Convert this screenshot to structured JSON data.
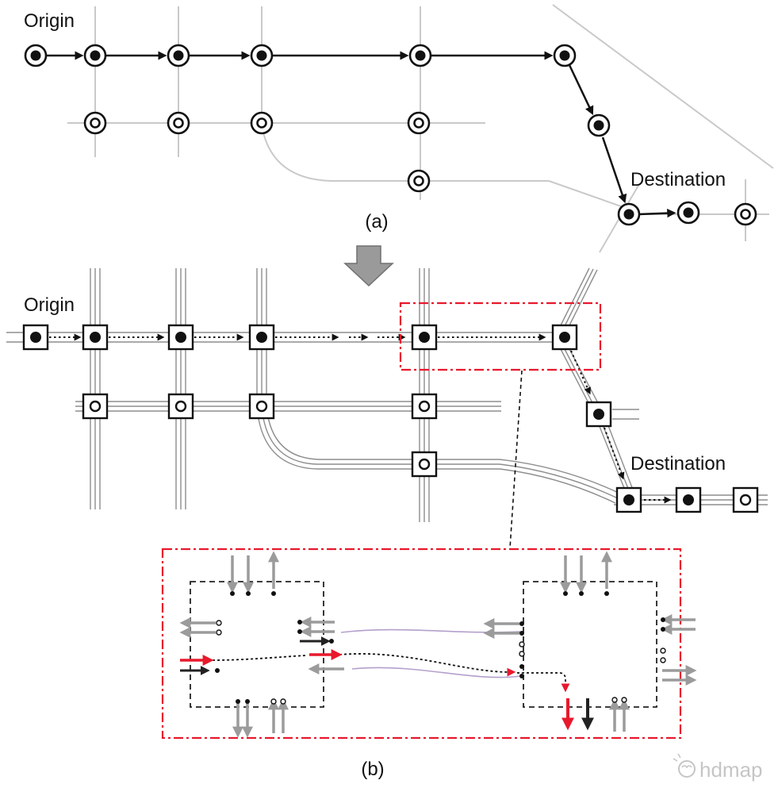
{
  "figure": {
    "part_a": {
      "caption": "(a)",
      "origin_label": "Origin",
      "destination_label": "Destination"
    },
    "part_b": {
      "caption": "(b)",
      "origin_label": "Origin",
      "destination_label": "Destination"
    },
    "watermark": "hdmap",
    "colors": {
      "route_black": "#111111",
      "road_gray_light": "#c9c9c9",
      "road_gray_lane": "#8d8d8d",
      "highlight_red": "#e8192c",
      "lane_link_purple": "#b4a0cc",
      "flow_arrow_gray": "#9b9b9b",
      "block_arrow_gray": "#9a9a9a",
      "watermark_gray": "#bcbcbc"
    }
  }
}
